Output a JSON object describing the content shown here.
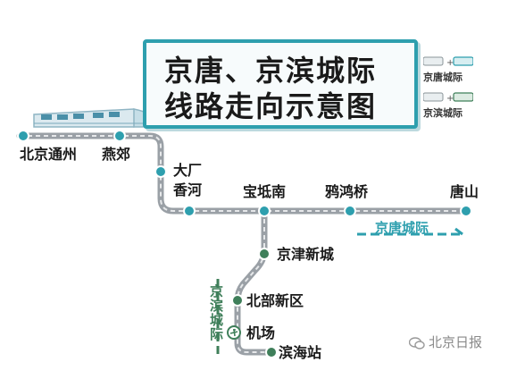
{
  "title": {
    "line1": "京唐、京滨城际",
    "line2": "线路走向示意图"
  },
  "legend": [
    {
      "label": "京唐城际",
      "color": "#2e9fae"
    },
    {
      "label": "京滨城际",
      "color": "#3f7f5a"
    }
  ],
  "lines": {
    "jingtang": {
      "name": "京唐城际",
      "color": "#2e9fae"
    },
    "jingbin": {
      "name": "京滨城际",
      "color": "#3f7f5a"
    }
  },
  "stations": {
    "beijing_tongzhou": "北京通州",
    "yanjiao": "燕郊",
    "dachang_line1": "大厂",
    "dachang_line2": "香河",
    "baodi_nan": "宝坻南",
    "yahong_qiao": "鸦鸿桥",
    "tangshan": "唐山",
    "jingjin_xincheng": "京津新城",
    "beibu_xinqu": "北部新区",
    "jichang": "机场",
    "binhai_zhan": "滨海站"
  },
  "watermark": "北京日报",
  "colors": {
    "track_gray": "#b8bcc0",
    "track_dark": "#6a6f74",
    "teal": "#2e9fae",
    "green": "#3f7f5a"
  }
}
